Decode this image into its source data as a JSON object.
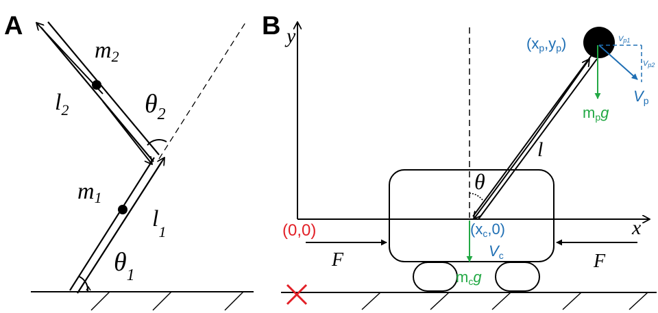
{
  "panels": {
    "a": {
      "label": "A",
      "m2": {
        "base": "m",
        "sub": "2"
      },
      "l2": {
        "base": "l",
        "sub": "2"
      },
      "theta2": {
        "base": "θ",
        "sub": "2"
      },
      "m1": {
        "base": "m",
        "sub": "1"
      },
      "l1": {
        "base": "l",
        "sub": "1"
      },
      "theta1": {
        "base": "θ",
        "sub": "1"
      }
    },
    "b": {
      "label": "B",
      "axis_y": "y",
      "axis_x": "x",
      "theta": "θ",
      "rod_length": "l",
      "origin": "(0,0)",
      "force_left": "F",
      "force_right": "F",
      "cart_position": {
        "pre": "(x",
        "sub": "c",
        "post": ",0)"
      },
      "cart_velocity": {
        "base": "V",
        "sub": "c"
      },
      "cart_gravity": {
        "base": "m",
        "sub": "c",
        "post": "g"
      },
      "pole_position": {
        "pre": "(x",
        "sub1": "p",
        "mid": ",y",
        "sub2": "p",
        "post": ")"
      },
      "pole_velocity": {
        "base": "V",
        "sub": "p"
      },
      "pole_gravity": {
        "base": "m",
        "sub": "p",
        "post": "g"
      },
      "vp1": {
        "base": "V",
        "sub": "p1"
      },
      "vp2": {
        "base": "V",
        "sub": "p2"
      }
    }
  },
  "colors": {
    "ink": "#000000",
    "blue": "#1f6fb4",
    "green": "#22a844",
    "red": "#e21f26"
  }
}
